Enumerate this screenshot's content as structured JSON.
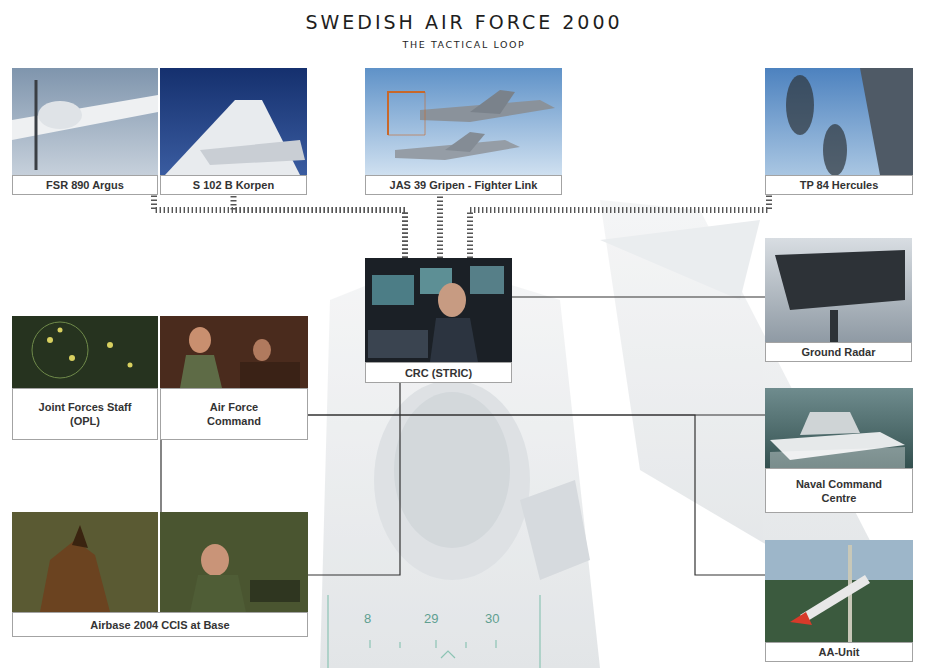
{
  "diagram": {
    "title": "SWEDISH AIR FORCE 2000",
    "caption": "THE TACTICAL LOOP",
    "nodes": [
      {
        "text": [
          "FSR 890 Argus"
        ]
      },
      {
        "text": [
          "S 102 B Korpen"
        ]
      },
      {
        "text": [
          "JAS 39 Gripen - Fighter Link"
        ]
      },
      {
        "text": [
          "TP 84 Hercules"
        ]
      },
      {
        "text": [
          "CRC (STRIC)"
        ]
      },
      {
        "text": [
          "Ground Radar"
        ]
      },
      {
        "text": [
          "Joint Forces Staff (OPL)"
        ]
      },
      {
        "text": [
          "Air Force Command"
        ]
      },
      {
        "text": [
          "Naval Command Centre"
        ]
      },
      {
        "text": [
          "Airbase 2004 CCIS at Base"
        ]
      },
      {
        "text": [
          "AA-Unit"
        ]
      }
    ],
    "edges": [
      {
        "from": 4,
        "to": 0,
        "arrow": "none"
      },
      {
        "from": 4,
        "to": 1,
        "arrow": "none"
      },
      {
        "from": 4,
        "to": 2,
        "arrow": "none"
      },
      {
        "from": 4,
        "to": 3,
        "arrow": "none"
      },
      {
        "from": 4,
        "to": 5,
        "arrow": "none"
      },
      {
        "from": 7,
        "to": 8,
        "arrow": "none"
      },
      {
        "from": 7,
        "to": 10,
        "arrow": "none"
      },
      {
        "from": 4,
        "to": 9,
        "arrow": "none"
      },
      {
        "from": 7,
        "to": 9,
        "arrow": "none"
      }
    ],
    "labels": [
      "8",
      "29",
      "30"
    ]
  }
}
